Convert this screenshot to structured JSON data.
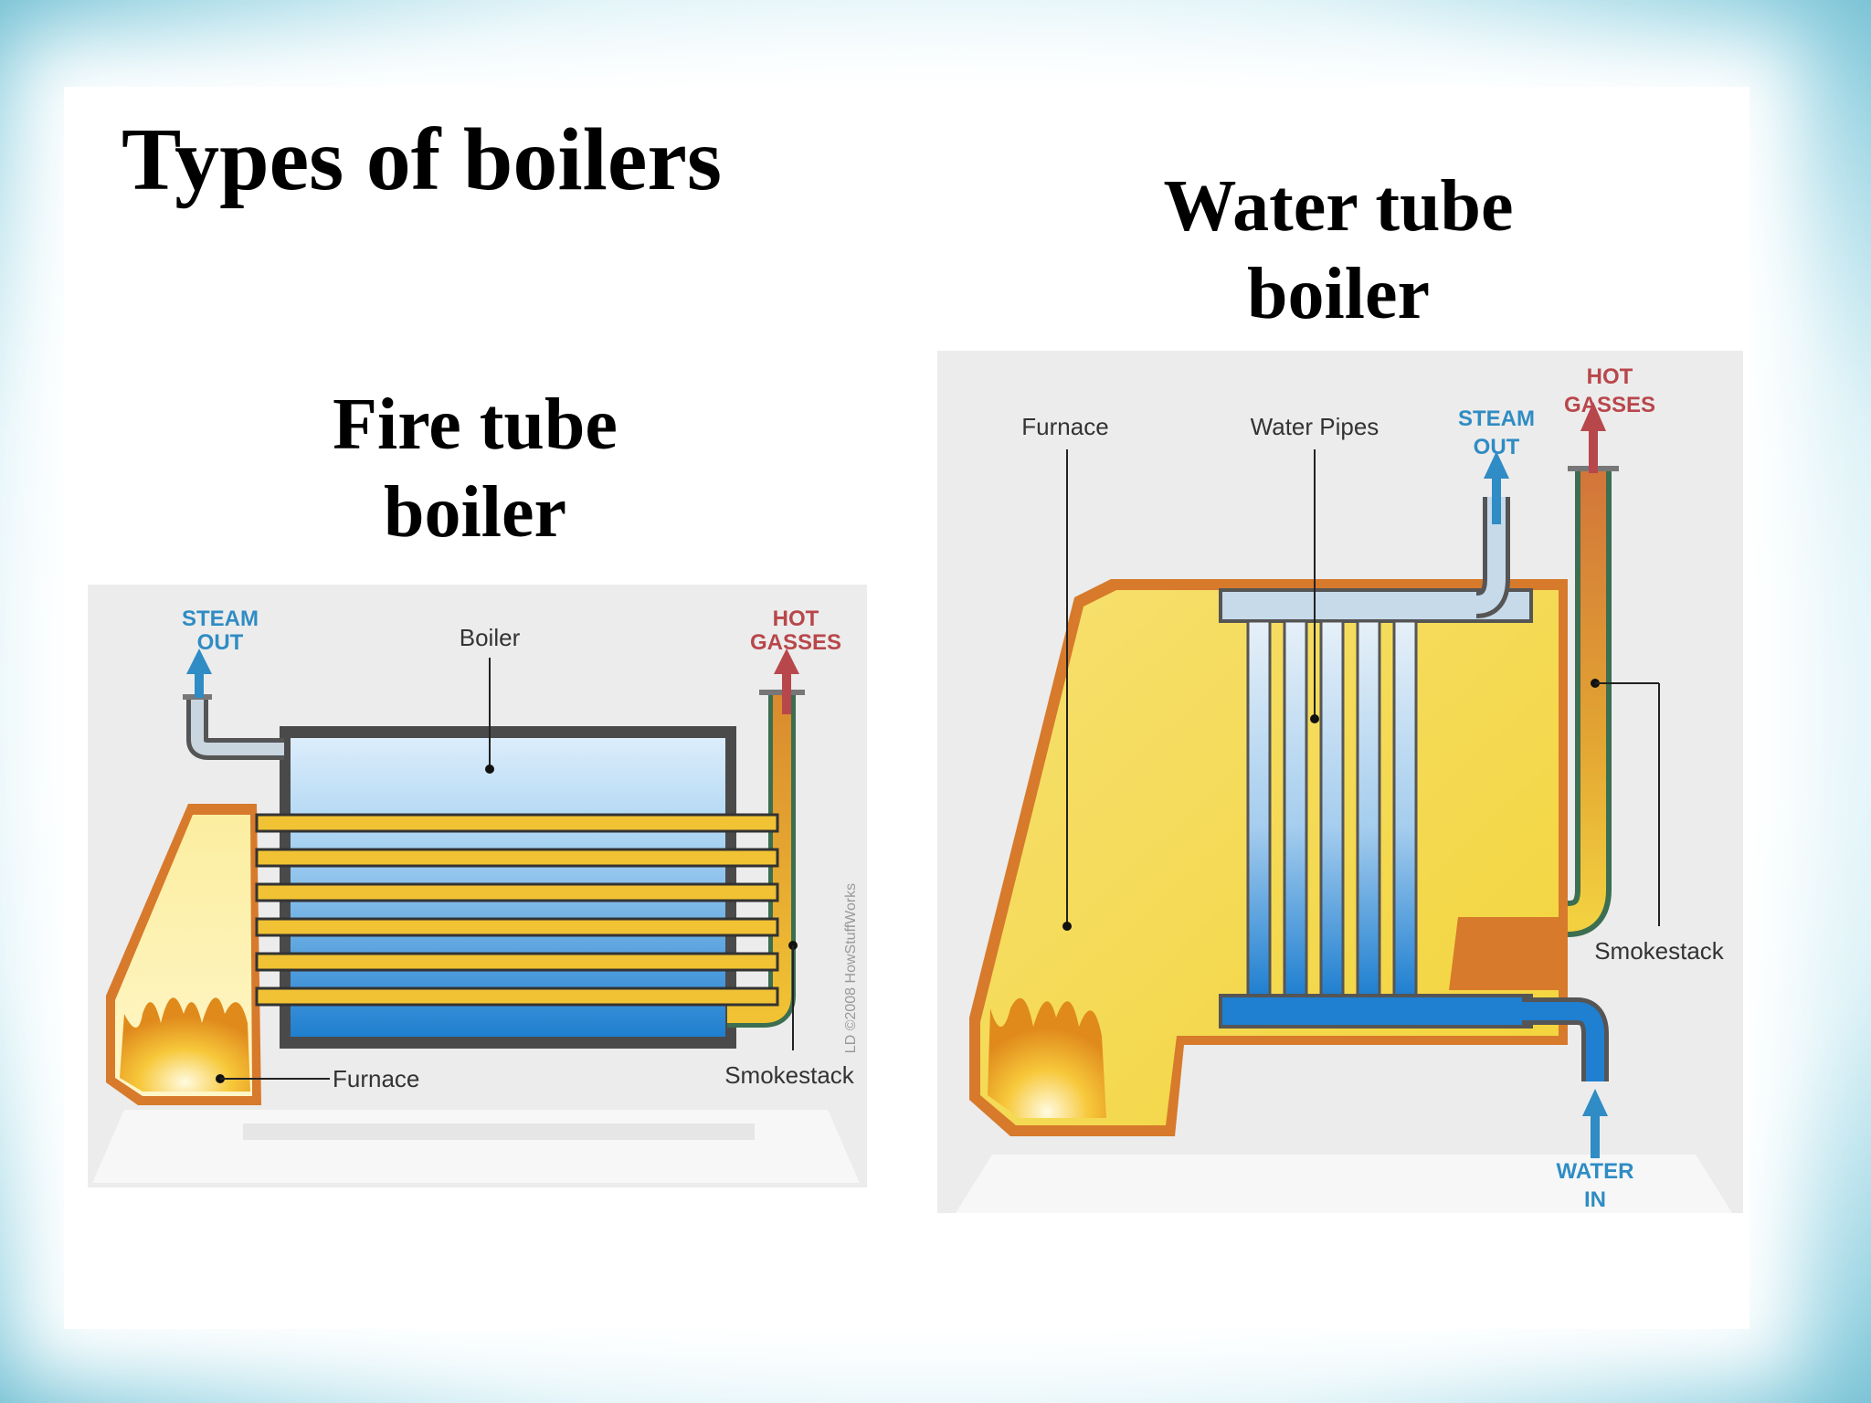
{
  "slide": {
    "title": "Types of boilers"
  },
  "fire_tube": {
    "heading_line1": "Fire tube",
    "heading_line2": "boiler",
    "labels": {
      "steam_out_1": "STEAM",
      "steam_out_2": "OUT",
      "boiler": "Boiler",
      "hot_gasses_1": "HOT",
      "hot_gasses_2": "GASSES",
      "furnace": "Furnace",
      "smokestack": "Smokestack",
      "credit": "LD ©2008 HowStuffWorks"
    }
  },
  "water_tube": {
    "heading_line1": "Water tube",
    "heading_line2": "boiler",
    "labels": {
      "furnace": "Furnace",
      "water_pipes": "Water Pipes",
      "steam_out_1": "STEAM",
      "steam_out_2": "OUT",
      "hot_gasses_1": "HOT",
      "hot_gasses_2": "GASSES",
      "smokestack": "Smokestack",
      "water_in_1": "WATER",
      "water_in_2": "IN"
    }
  },
  "colors": {
    "steam_blue": "#2f8cc4",
    "hot_red": "#b8474b",
    "furnace_orange": "#d77a2c",
    "fire_yellow": "#f5d230",
    "water_blue": "#1f7fd0"
  }
}
